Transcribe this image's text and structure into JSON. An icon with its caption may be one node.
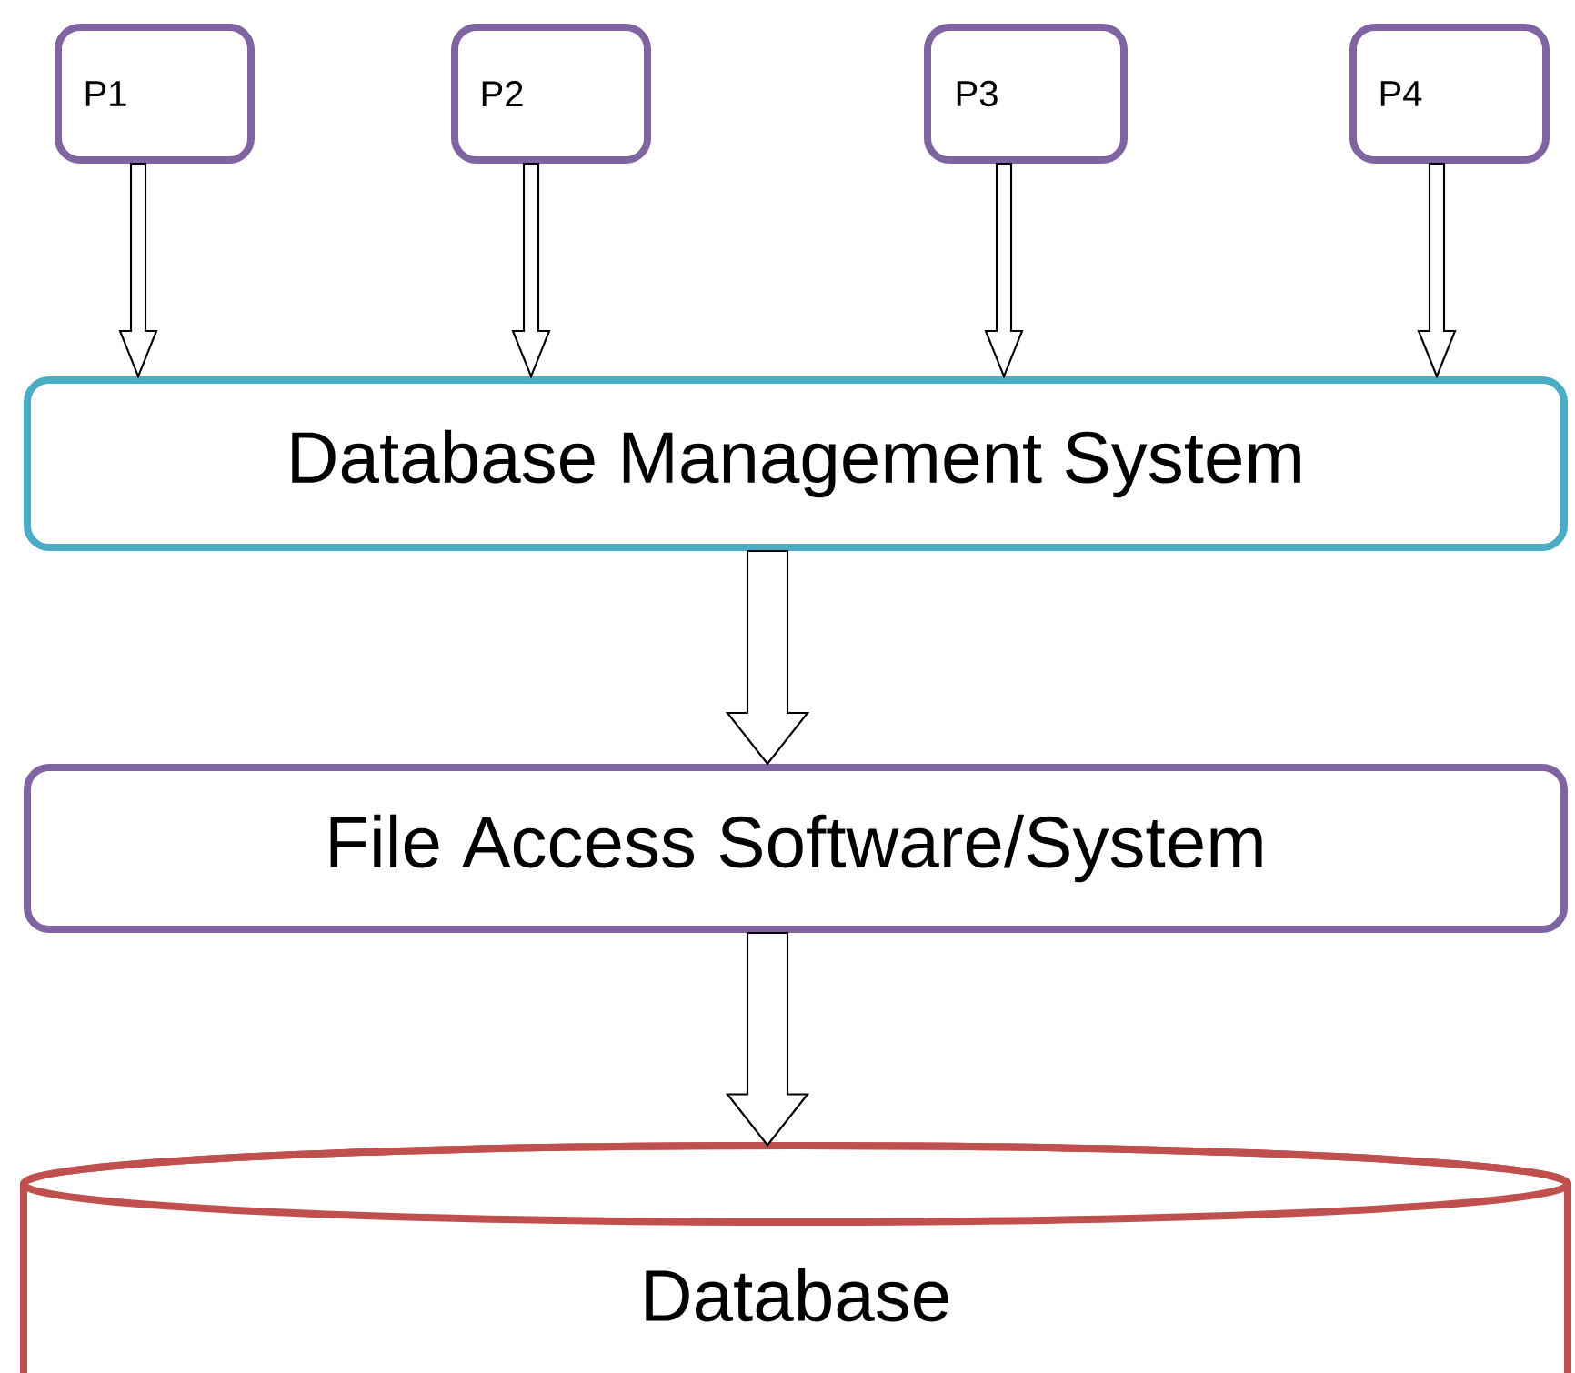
{
  "diagram": {
    "nodes": [
      {
        "text": [
          "P1"
        ]
      },
      {
        "text": [
          "P2"
        ]
      },
      {
        "text": [
          "P3"
        ]
      },
      {
        "text": [
          "P4"
        ]
      },
      {
        "text": [
          "Database Management System"
        ]
      },
      {
        "text": [
          "File Access Software/System"
        ]
      },
      {
        "text": [
          "Database"
        ]
      }
    ],
    "edges": [
      {
        "from": 0,
        "to": 4,
        "arrow": "to"
      },
      {
        "from": 1,
        "to": 4,
        "arrow": "to"
      },
      {
        "from": 2,
        "to": 4,
        "arrow": "to"
      },
      {
        "from": 3,
        "to": 4,
        "arrow": "to"
      },
      {
        "from": 4,
        "to": 5,
        "arrow": "to"
      },
      {
        "from": 5,
        "to": 6,
        "arrow": "to"
      }
    ]
  }
}
